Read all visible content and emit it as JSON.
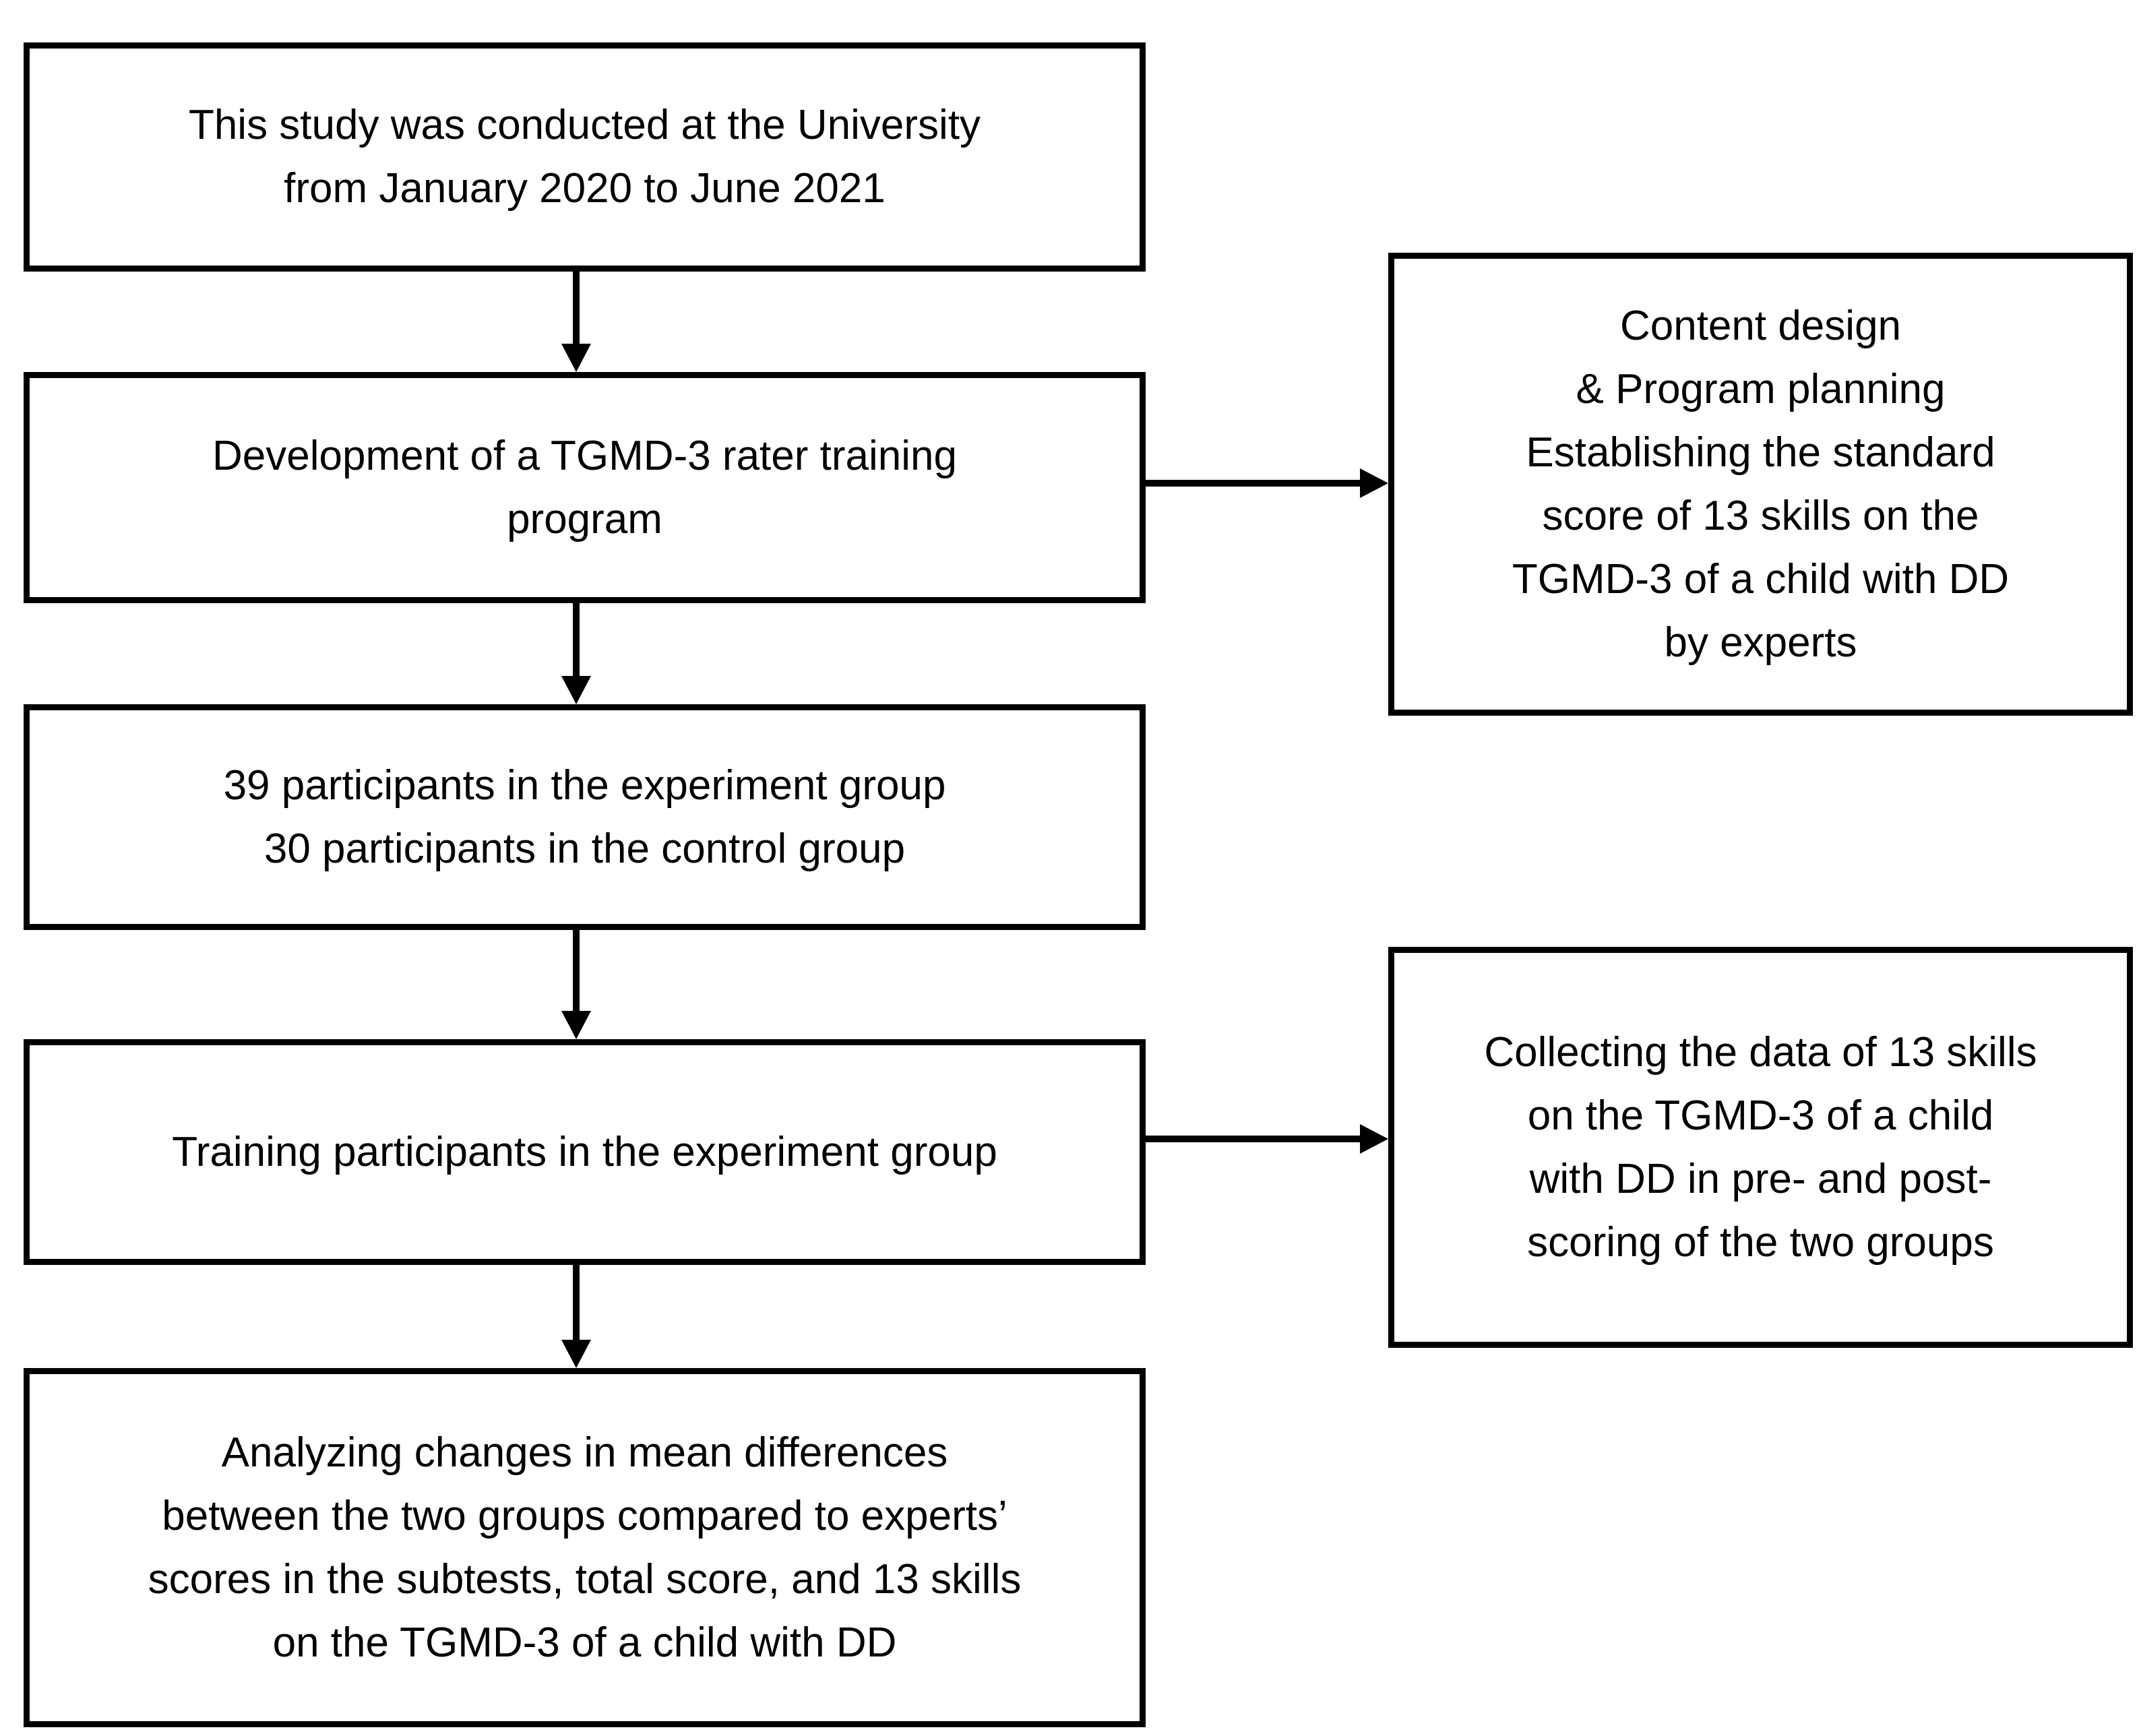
{
  "colors": {
    "border": "#000000",
    "text": "#000000",
    "arrow": "#000000",
    "background": "#ffffff"
  },
  "boxes": {
    "study_period": {
      "lines": [
        "This study was conducted at the University",
        "from January 2020 to June 2021"
      ]
    },
    "program_development": {
      "lines": [
        "Development of a TGMD-3 rater training",
        "program"
      ]
    },
    "participants": {
      "lines": [
        "39 participants in the experiment group",
        "30 participants in the control group"
      ]
    },
    "training": {
      "lines": [
        "Training participants in the experiment group"
      ]
    },
    "analysis": {
      "lines": [
        "Analyzing changes in mean differences",
        "between the two groups compared to experts’",
        "scores in the subtests, total score, and 13 skills",
        "on the TGMD-3 of a child with DD"
      ]
    },
    "content_design": {
      "lines": [
        "Content design",
        "& Program planning",
        "Establishing the standard",
        "score of 13 skills on the",
        "TGMD-3 of a child with DD",
        "by experts"
      ]
    },
    "data_collection": {
      "lines": [
        "Collecting the data of 13 skills",
        "on the TGMD-3 of a child",
        "with DD in pre- and post-",
        "scoring of the two groups"
      ]
    }
  }
}
